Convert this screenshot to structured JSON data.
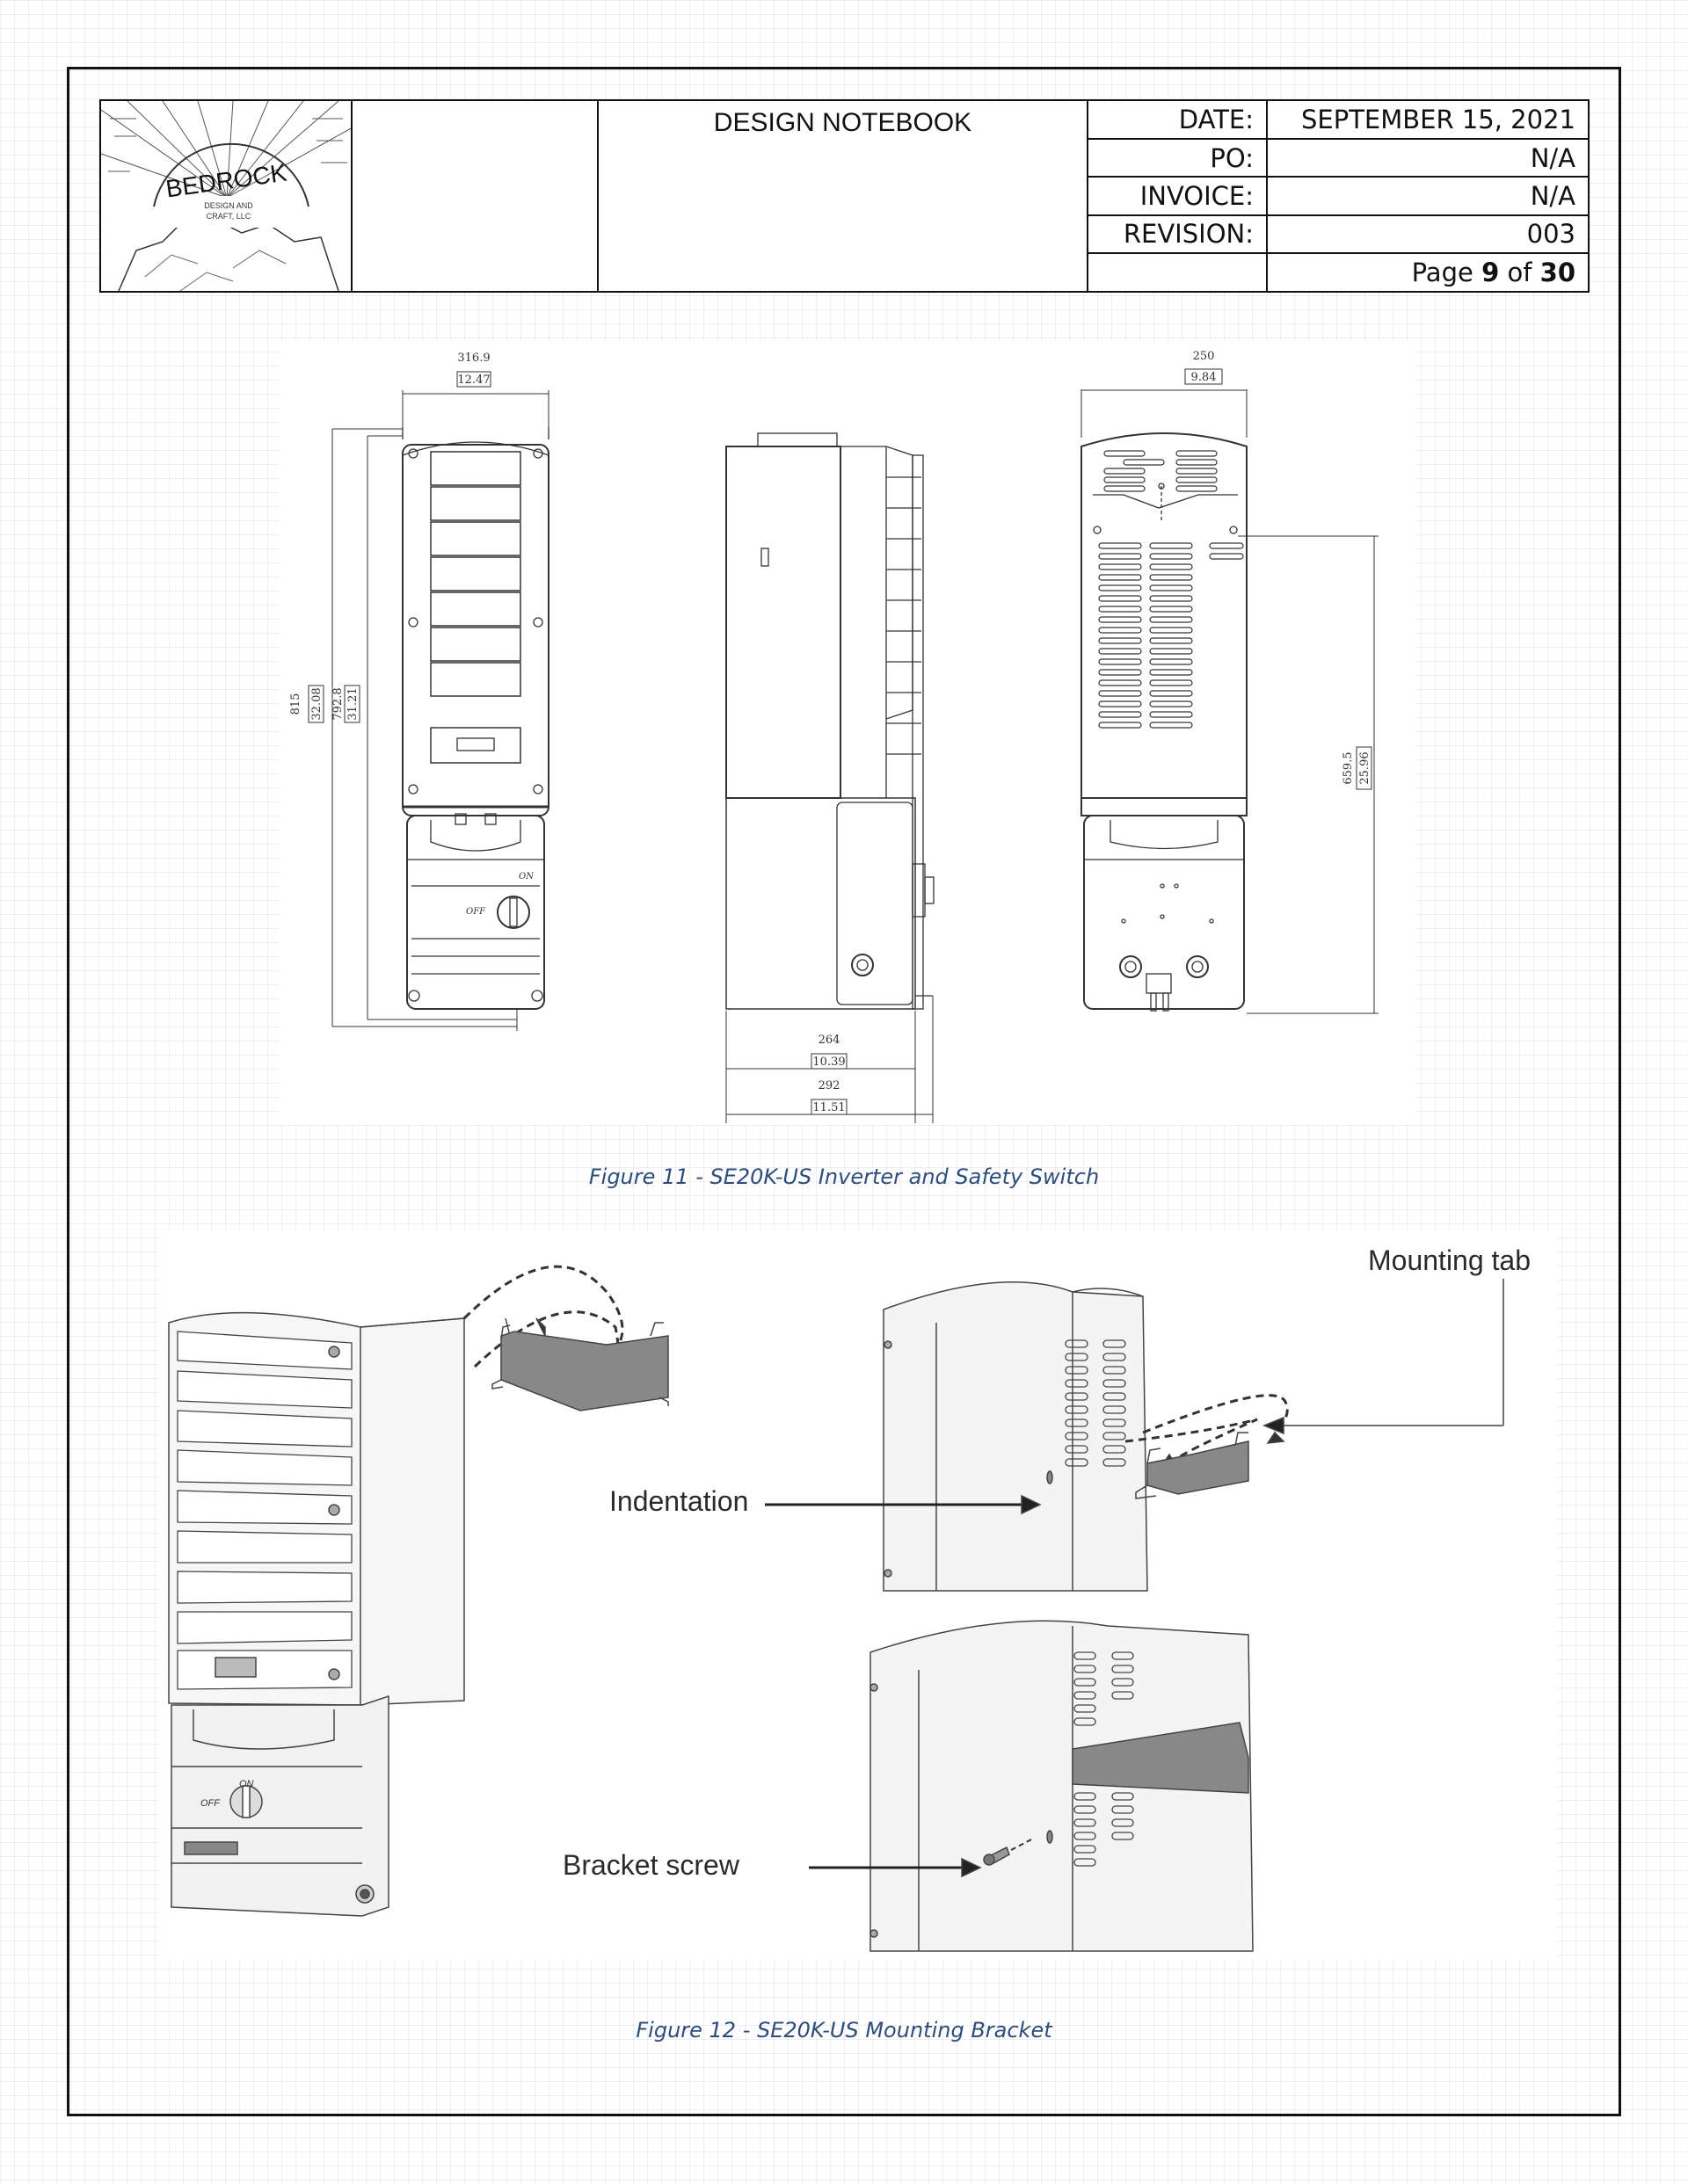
{
  "header": {
    "logo": {
      "name": "BEDROCK",
      "tagline_line1": "DESIGN AND",
      "tagline_line2": "CRAFT, LLC"
    },
    "title": "DESIGN NOTEBOOK",
    "rows": [
      {
        "label": "DATE:",
        "value": "SEPTEMBER 15, 2021"
      },
      {
        "label": "PO:",
        "value": "N/A"
      },
      {
        "label": "INVOICE:",
        "value": "N/A"
      },
      {
        "label": "REVISION:",
        "value": "003"
      }
    ],
    "page": {
      "prefix": "Page",
      "current": "9",
      "sep": "of",
      "total": "30"
    }
  },
  "figure11": {
    "caption": "Figure 11 - SE20K-US Inverter and Safety Switch",
    "dims": {
      "front_width_mm": "316.9",
      "front_width_in": "12.47",
      "height_total_mm": "815",
      "height_total_in": "32.08",
      "height_body_mm": "792.8",
      "height_body_in": "31.21",
      "side_depth1_mm": "264",
      "side_depth1_in": "10.39",
      "side_depth2_mm": "292",
      "side_depth2_in": "11.51",
      "back_width_mm": "250",
      "back_width_in": "9.84",
      "back_height_mm": "659.5",
      "back_height_in": "25.96"
    },
    "labels": {
      "on": "ON",
      "off": "OFF"
    }
  },
  "figure12": {
    "caption": "Figure 12 - SE20K-US Mounting Bracket",
    "callouts": {
      "mounting_tab": "Mounting tab",
      "indentation": "Indentation",
      "bracket_screw": "Bracket screw"
    },
    "labels": {
      "on": "ON",
      "off": "OFF"
    }
  }
}
